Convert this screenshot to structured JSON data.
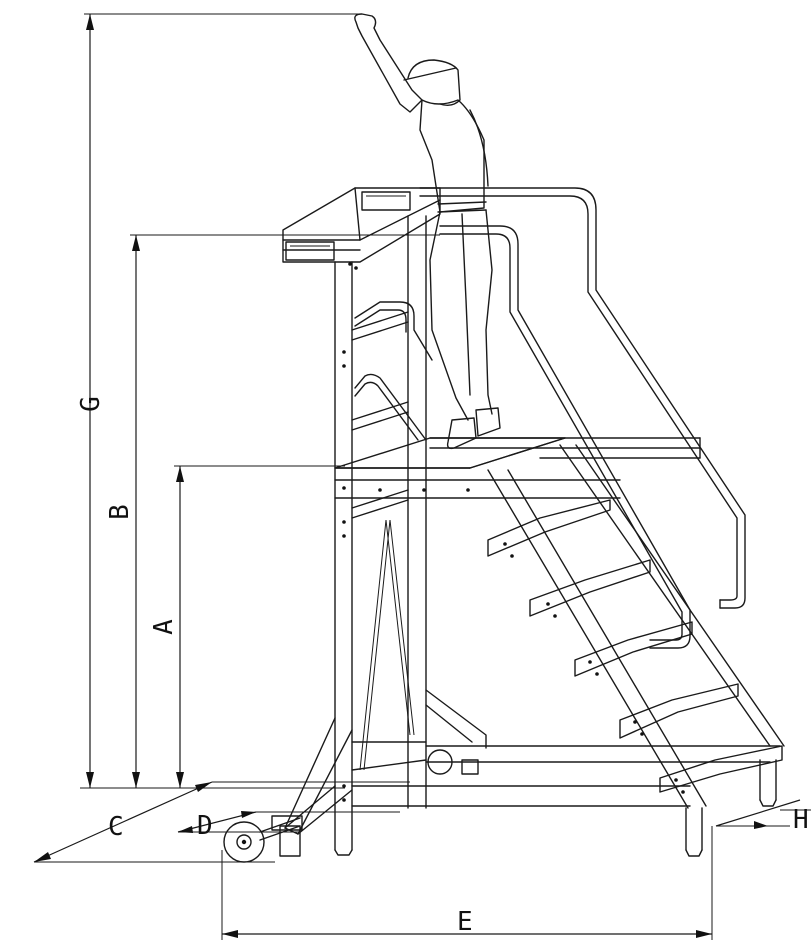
{
  "dimension_labels": {
    "a": "A",
    "b": "B",
    "c": "C",
    "d": "D",
    "e": "E",
    "g": "G",
    "h": "H"
  },
  "colors": {
    "line": "#1a1a1a",
    "background": "#ffffff"
  },
  "icons": [
    "operator-figure",
    "wheel",
    "handrail"
  ]
}
